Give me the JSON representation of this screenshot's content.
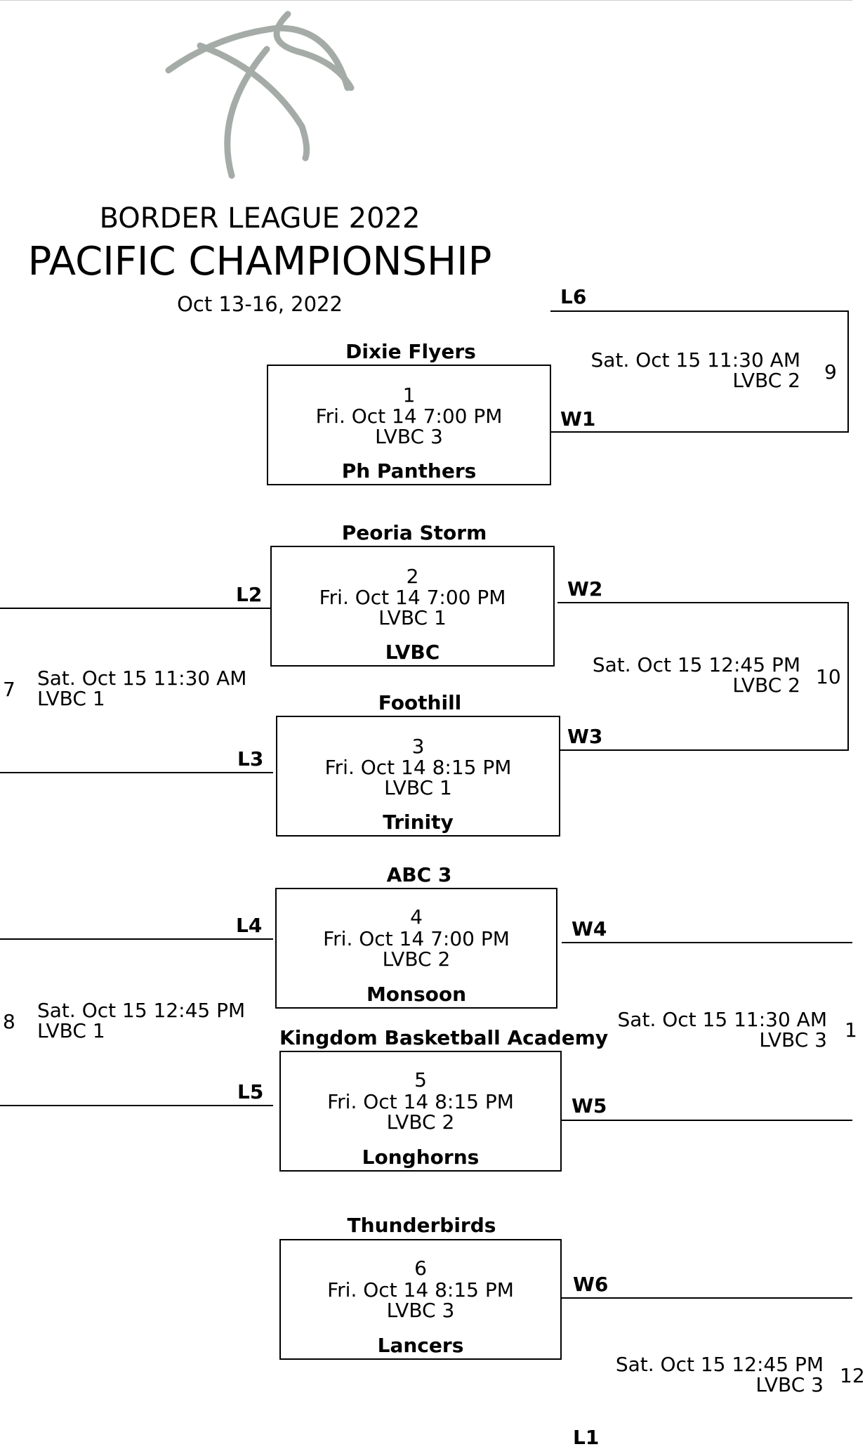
{
  "header": {
    "logo_icon": "basketball-icon",
    "logo_color": "#a5aca8",
    "title": "BORDER LEAGUE 2022",
    "subtitle": "PACIFIC CHAMPIONSHIP",
    "dates": "Oct 13-16, 2022"
  },
  "games": [
    {
      "top_team": "Dixie Flyers",
      "num": "1",
      "time": "Fri. Oct 14 7:00 PM",
      "court": "LVBC 3",
      "bottom_team": "Ph Panthers"
    },
    {
      "top_team": "Peoria Storm",
      "num": "2",
      "time": "Fri. Oct 14 7:00 PM",
      "court": "LVBC 1",
      "bottom_team": "LVBC"
    },
    {
      "top_team": "Foothill",
      "num": "3",
      "time": "Fri. Oct 14 8:15 PM",
      "court": "LVBC 1",
      "bottom_team": "Trinity"
    },
    {
      "top_team": "ABC 3",
      "num": "4",
      "time": "Fri. Oct 14 7:00 PM",
      "court": "LVBC 2",
      "bottom_team": "Monsoon"
    },
    {
      "top_team": "Kingdom Basketball Academy",
      "num": "5",
      "time": "Fri. Oct 14 8:15 PM",
      "court": "LVBC 2",
      "bottom_team": "Longhorns"
    },
    {
      "top_team": "Thunderbirds",
      "num": "6",
      "time": "Fri. Oct 14 8:15 PM",
      "court": "LVBC 3",
      "bottom_team": "Lancers"
    }
  ],
  "labels": {
    "l6": "L6",
    "w1": "W1",
    "w2": "W2",
    "w3": "W3",
    "w4": "W4",
    "w5": "W5",
    "w6": "W6",
    "l2": "L2",
    "l3": "L3",
    "l4": "L4",
    "l5": "L5",
    "l1_partial": "L1"
  },
  "right_games": [
    {
      "time": "Sat. Oct 15 11:30 AM",
      "court": "LVBC 2",
      "num": "9"
    },
    {
      "time": "Sat. Oct 15 12:45 PM",
      "court": "LVBC 2",
      "num": "10"
    },
    {
      "time": "Sat. Oct 15 11:30 AM",
      "court": "LVBC 3",
      "num": "1"
    },
    {
      "time": "Sat. Oct 15 12:45 PM",
      "court": "LVBC 3",
      "num": "12"
    }
  ],
  "left_games": [
    {
      "num": "7",
      "time": "Sat. Oct 15 11:30 AM",
      "court": "LVBC 1"
    },
    {
      "num": "8",
      "time": "Sat. Oct 15 12:45 PM",
      "court": "LVBC 1"
    }
  ]
}
